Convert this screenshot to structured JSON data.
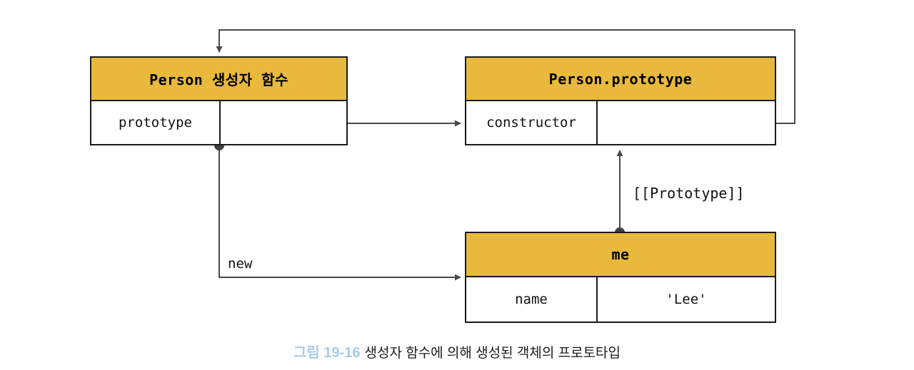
{
  "figure": {
    "caption_number": "그림 19-16",
    "caption_text": "생성자 함수에 의해 생성된 객체의 프로토타입",
    "accent_color": "#a6cbe8",
    "header_fill": "#e8b93c",
    "line_color": "#4a4a4a",
    "border_color": "#1a1a1a"
  },
  "boxes": {
    "constructor_function": {
      "title": "Person 생성자 함수",
      "rows": [
        {
          "key": "prototype",
          "value": ""
        }
      ]
    },
    "prototype_object": {
      "title": "Person.prototype",
      "rows": [
        {
          "key": "constructor",
          "value": ""
        }
      ]
    },
    "instance_object": {
      "title": "me",
      "rows": [
        {
          "key": "name",
          "value": "'Lee'"
        }
      ]
    }
  },
  "edges": {
    "new_label": "new",
    "prototype_link_label": "[[Prototype]]"
  }
}
